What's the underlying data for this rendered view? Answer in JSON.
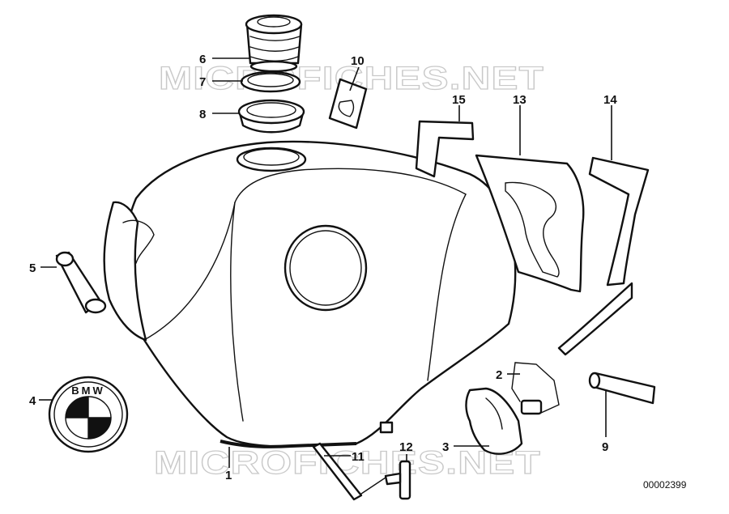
{
  "watermarks": [
    "MICROFICHES.NET",
    "MICROFICHES.NET"
  ],
  "document_number": "00002399",
  "callouts": {
    "c1": "1",
    "c2": "2",
    "c3": "3",
    "c4": "4",
    "c5": "5",
    "c6": "6",
    "c7": "7",
    "c8": "8",
    "c9": "9",
    "c10": "10",
    "c11": "11",
    "c12": "12",
    "c13": "13",
    "c14": "14",
    "c15": "15"
  },
  "emblem": {
    "lettering": "BMW"
  }
}
